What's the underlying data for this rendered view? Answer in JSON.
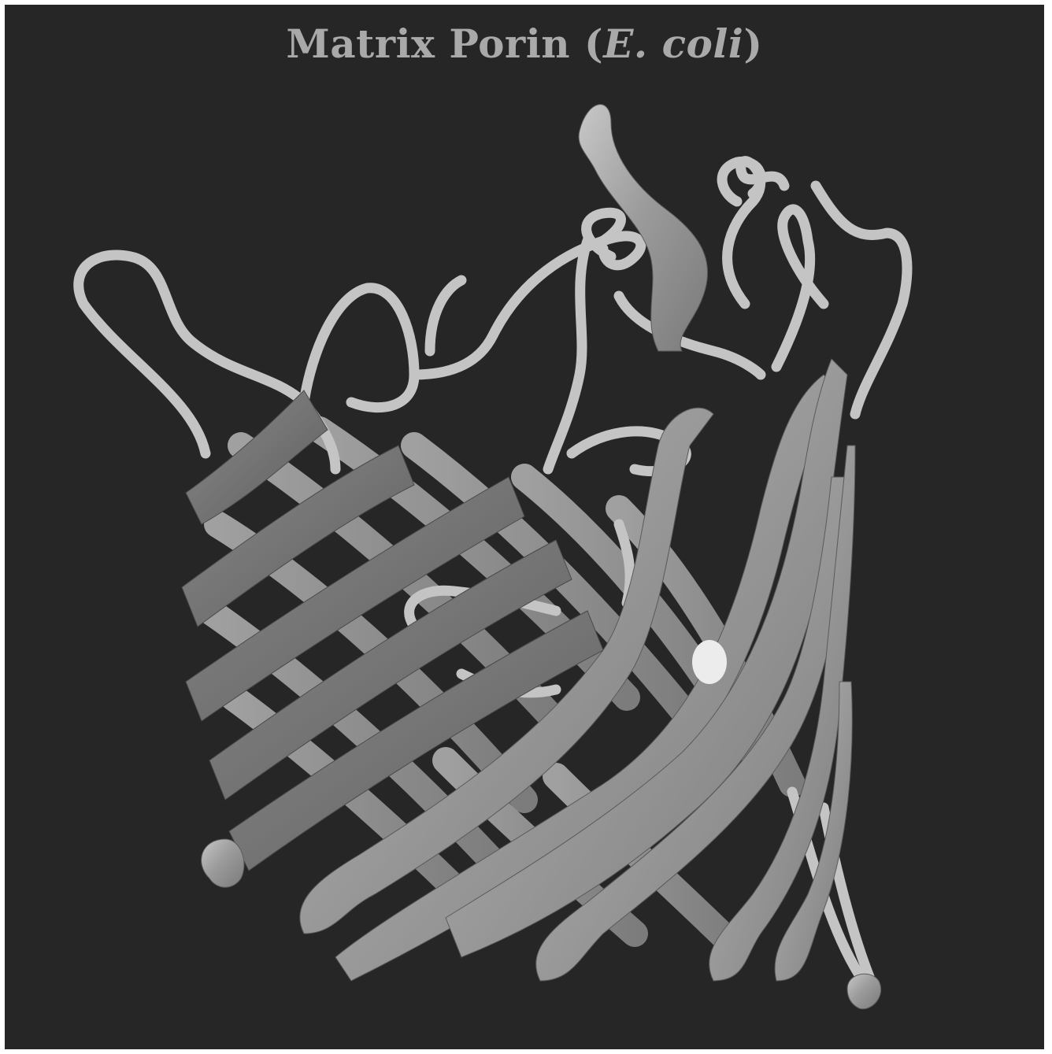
{
  "title": {
    "main": "Matrix Porin (",
    "species": "E. coli",
    "close": ")"
  },
  "image": {
    "subject": "protein ribbon structure",
    "background_color": "#262626",
    "ribbon_color": "#9a9a9a",
    "ribbon_dark_color": "#6e6e6e",
    "highlight_color": "#e6e6e6"
  }
}
